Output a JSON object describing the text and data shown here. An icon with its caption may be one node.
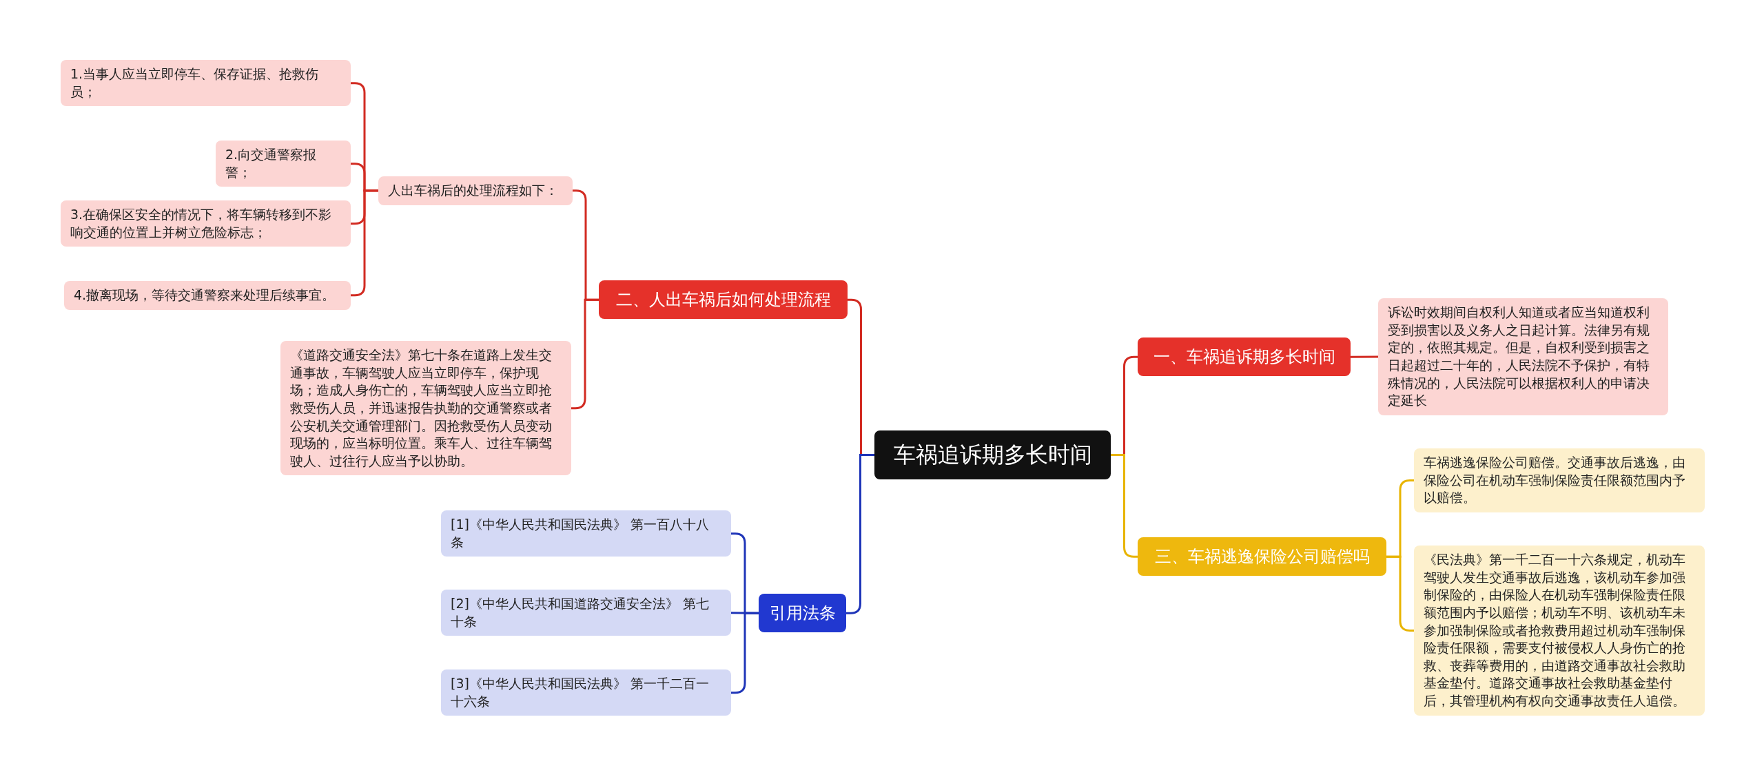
{
  "diagram": {
    "nodes": [
      {
        "text": [
          "车祸追诉期多长时间"
        ]
      },
      {
        "text": [
          "二、人出车祸后如何处理流程"
        ]
      },
      {
        "text": [
          "人出车祸后的处理流程如下："
        ]
      },
      {
        "text": [
          "1.当事人应当立即停车、保存证据、抢救伤员；"
        ]
      },
      {
        "text": [
          "2.向交通警察报警；"
        ]
      },
      {
        "text": [
          "3.在确保区安全的情况下，将车辆转移到不影响交通的位置上并树立危险标志；"
        ]
      },
      {
        "text": [
          "4.撤离现场，等待交通警察来处理后续事宜。"
        ]
      },
      {
        "text": [
          "《道路交通安全法》第七十条在道路上发生交通事故，车辆驾驶人应当立即停车，保护现场；造成人身伤亡的，车辆驾驶人应当立即抢救受伤人员，并迅速报告执勤的交通警察或者公安机关交通管理部门。因抢救受伤人员变动现场的，应当标明位置。乘车人、过往车辆驾驶人、过往行人应当予以协助。"
        ]
      },
      {
        "text": [
          "引用法条"
        ]
      },
      {
        "text": [
          "[1]《中华人民共和国民法典》 第一百八十八条"
        ]
      },
      {
        "text": [
          "[2]《中华人民共和国道路交通安全法》 第七十条"
        ]
      },
      {
        "text": [
          "[3]《中华人民共和国民法典》 第一千二百一十六条"
        ]
      },
      {
        "text": [
          "一、车祸追诉期多长时间"
        ]
      },
      {
        "text": [
          "诉讼时效期间自权利人知道或者应当知道权利受到损害以及义务人之日起计算。法律另有规定的，依照其规定。但是，自权利受到损害之日起超过二十年的，人民法院不予保护，有特殊情况的，人民法院可以根据权利人的申请决定延长"
        ]
      },
      {
        "text": [
          "三、车祸逃逸保险公司赔偿吗"
        ]
      },
      {
        "text": [
          "车祸逃逸保险公司赔偿。交通事故后逃逸，由保险公司在机动车强制保险责任限额范围内予以赔偿。"
        ]
      },
      {
        "text": [
          "《民法典》第一千二百一十六条规定，机动车驾驶人发生交通事故后逃逸，该机动车参加强制保险的，由保险人在机动车强制保险责任限额范围内予以赔偿；机动车不明、该机动车未参加强制保险或者抢救费用超过机动车强制保险责任限额，需要支付被侵权人人身伤亡的抢救、丧葬等费用的，由道路交通事故社会救助基金垫付。道路交通事故社会救助基金垫付后，其管理机构有权向交通事故责任人追偿。"
        ]
      }
    ],
    "edges": [
      {
        "from": 0,
        "to": 1,
        "arrow": "none"
      },
      {
        "from": 1,
        "to": 2,
        "arrow": "none"
      },
      {
        "from": 2,
        "to": 3,
        "arrow": "none"
      },
      {
        "from": 2,
        "to": 4,
        "arrow": "none"
      },
      {
        "from": 2,
        "to": 5,
        "arrow": "none"
      },
      {
        "from": 2,
        "to": 6,
        "arrow": "none"
      },
      {
        "from": 1,
        "to": 7,
        "arrow": "none"
      },
      {
        "from": 0,
        "to": 8,
        "arrow": "none",
        "color": "#1f35b8"
      },
      {
        "from": 8,
        "to": 9,
        "arrow": "none",
        "color": "#1f35b8"
      },
      {
        "from": 8,
        "to": 10,
        "arrow": "none",
        "color": "#1f35b8"
      },
      {
        "from": 8,
        "to": 11,
        "arrow": "none",
        "color": "#1f35b8"
      },
      {
        "from": 0,
        "to": 12,
        "arrow": "none"
      },
      {
        "from": 12,
        "to": 13,
        "arrow": "none"
      },
      {
        "from": 0,
        "to": 14,
        "arrow": "none",
        "color": "#e8b400"
      },
      {
        "from": 14,
        "to": 15,
        "arrow": "none",
        "color": "#e8b400"
      },
      {
        "from": 14,
        "to": 16,
        "arrow": "none",
        "color": "#e8b400"
      }
    ]
  }
}
